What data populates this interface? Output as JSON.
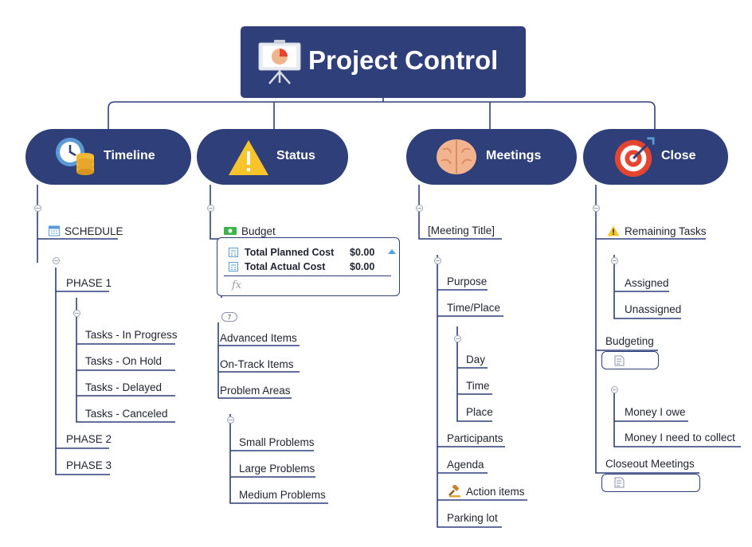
{
  "root": {
    "title": "Project Control",
    "icon": "presentation-board-icon"
  },
  "branches": {
    "timeline": {
      "label": "Timeline",
      "icon": "clock-coins-icon",
      "schedule": "SCHEDULE",
      "phase1": "PHASE 1",
      "tasks": [
        "Tasks - In Progress",
        "Tasks - On Hold",
        "Tasks - Delayed",
        "Tasks - Canceled"
      ],
      "phase2": "PHASE 2",
      "phase3": "PHASE 3"
    },
    "status": {
      "label": "Status",
      "icon": "warning-triangle-icon",
      "budget": "Budget",
      "budget_rows": [
        {
          "label": "Total Planned Cost",
          "value": "$0.00"
        },
        {
          "label": "Total Actual Cost",
          "value": "$0.00"
        }
      ],
      "formula_symbol": "fx",
      "collapsed_count": "7",
      "items": [
        "Advanced Items",
        "On-Track Items",
        "Problem Areas"
      ],
      "problems": [
        "Small Problems",
        "Large Problems",
        "Medium Problems"
      ]
    },
    "meetings": {
      "label": "Meetings",
      "icon": "brain-icon",
      "title": "[Meeting Title]",
      "purpose": "Purpose",
      "time_place": "Time/Place",
      "time_children": [
        "Day",
        "Time",
        "Place"
      ],
      "participants": "Participants",
      "agenda": "Agenda",
      "action_items": "Action items",
      "parking_lot": "Parking lot"
    },
    "close": {
      "label": "Close",
      "icon": "target-icon",
      "remaining_tasks": "Remaining Tasks",
      "remaining_children": [
        "Assigned",
        "Unassigned"
      ],
      "budgeting": "Budgeting",
      "money": [
        "Money I owe",
        "Money I need to collect"
      ],
      "closeout": "Closeout Meetings"
    }
  },
  "colors": {
    "primary": "#2f3f79",
    "line": "#2f3f79",
    "white": "#ffffff",
    "warning": "#f7c52b",
    "target_red": "#e5452f",
    "brain": "#f2b48f",
    "budget_green": "#3bb54a",
    "calendar_blue": "#5b9bd5"
  }
}
